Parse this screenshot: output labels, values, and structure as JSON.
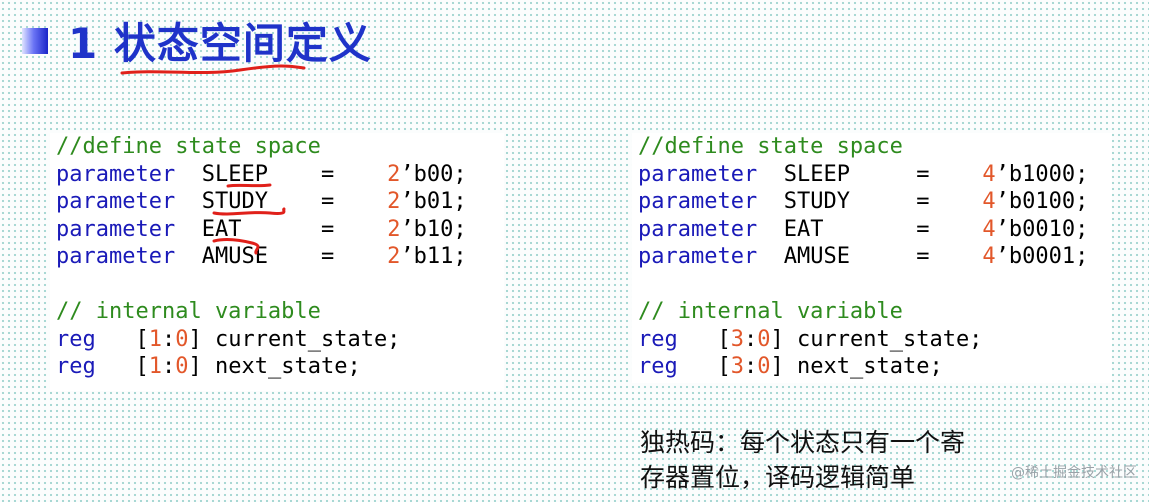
{
  "title": {
    "number": "1",
    "text": "状态空间定义"
  },
  "left_code": {
    "comment1": "//define state space",
    "params": [
      {
        "kw": "parameter",
        "name": "SLEEP",
        "eq": "=",
        "width": "2",
        "value": "’b00;"
      },
      {
        "kw": "parameter",
        "name": "STUDY",
        "eq": "=",
        "width": "2",
        "value": "’b01;"
      },
      {
        "kw": "parameter",
        "name": "EAT",
        "eq": "=",
        "width": "2",
        "value": "’b10;"
      },
      {
        "kw": "parameter",
        "name": "AMUSE",
        "eq": "=",
        "width": "2",
        "value": "’b11;"
      }
    ],
    "comment2": "// internal variable",
    "regs": [
      {
        "kw": "reg",
        "open": "[",
        "msb": "1",
        "colon": ":",
        "lsb": "0",
        "close": "]",
        "name": "current_state;"
      },
      {
        "kw": "reg",
        "open": "[",
        "msb": "1",
        "colon": ":",
        "lsb": "0",
        "close": "]",
        "name": "next_state;"
      }
    ]
  },
  "right_code": {
    "comment1": "//define state space",
    "params": [
      {
        "kw": "parameter",
        "name": "SLEEP",
        "eq": "=",
        "width": "4",
        "value": "’b1000;"
      },
      {
        "kw": "parameter",
        "name": "STUDY",
        "eq": "=",
        "width": "4",
        "value": "’b0100;"
      },
      {
        "kw": "parameter",
        "name": "EAT",
        "eq": "=",
        "width": "4",
        "value": "’b0010;"
      },
      {
        "kw": "parameter",
        "name": "AMUSE",
        "eq": "=",
        "width": "4",
        "value": "’b0001;"
      }
    ],
    "comment2": "// internal variable",
    "regs": [
      {
        "kw": "reg",
        "open": "[",
        "msb": "3",
        "colon": ":",
        "lsb": "0",
        "close": "]",
        "name": "current_state;"
      },
      {
        "kw": "reg",
        "open": "[",
        "msb": "3",
        "colon": ":",
        "lsb": "0",
        "close": "]",
        "name": "next_state;"
      }
    ]
  },
  "note": {
    "line1": "独热码：每个状态只有一个寄",
    "line2": "存器置位，译码逻辑简单"
  },
  "watermark": "@稀土掘金技术社区",
  "colors": {
    "title": "#1f33c9",
    "keyword": "#1a1ab8",
    "comment": "#2e8b1e",
    "number": "#e2572a",
    "annotation": "#e0201a"
  }
}
